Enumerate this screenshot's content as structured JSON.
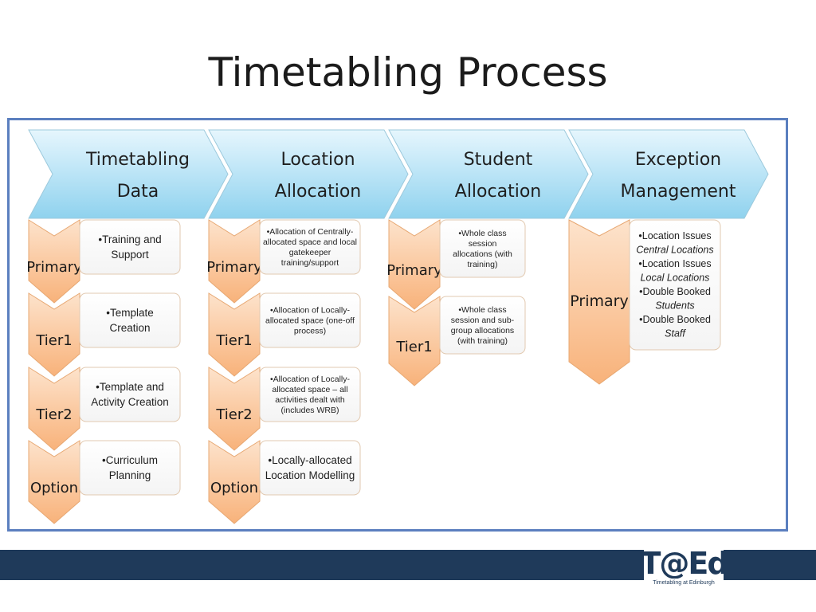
{
  "title": "Timetabling Process",
  "colors": {
    "frame": "#5b7fbf",
    "header_blue": "#9fd8f0",
    "tier_orange": "#fbc79a",
    "footer": "#1f3a5a"
  },
  "columns": [
    {
      "header": [
        "Timetabling",
        "Data"
      ],
      "rows": [
        {
          "tier": "Primary",
          "lines": [
            {
              "t": "•Training and"
            },
            {
              "t": "Support"
            }
          ]
        },
        {
          "tier": "Tier1",
          "lines": [
            {
              "t": "•Template"
            },
            {
              "t": "Creation"
            }
          ]
        },
        {
          "tier": "Tier2",
          "lines": [
            {
              "t": "•Template and"
            },
            {
              "t": "Activity Creation"
            }
          ]
        },
        {
          "tier": "Option",
          "lines": [
            {
              "t": "•Curriculum"
            },
            {
              "t": "Planning"
            }
          ]
        }
      ]
    },
    {
      "header": [
        "Location",
        "Allocation"
      ],
      "rows": [
        {
          "tier": "Primary",
          "lines": [
            {
              "t": "•Allocation of Centrally-"
            },
            {
              "t": "allocated space and local"
            },
            {
              "t": "gatekeeper"
            },
            {
              "t": "training/support"
            }
          ]
        },
        {
          "tier": "Tier1",
          "lines": [
            {
              "t": "•Allocation of Locally-"
            },
            {
              "t": "allocated space (one-off"
            },
            {
              "t": "process)"
            }
          ]
        },
        {
          "tier": "Tier2",
          "lines": [
            {
              "t": "•Allocation of Locally-"
            },
            {
              "t": "allocated space – all"
            },
            {
              "t": "activities dealt with"
            },
            {
              "t": "(includes WRB)"
            }
          ]
        },
        {
          "tier": "Option",
          "lines": [
            {
              "t": "•Locally-allocated"
            },
            {
              "t": "Location Modelling"
            }
          ]
        }
      ]
    },
    {
      "header": [
        "Student",
        "Allocation"
      ],
      "rows": [
        {
          "tier": "Primary",
          "lines": [
            {
              "t": "•Whole class"
            },
            {
              "t": "session"
            },
            {
              "t": "allocations (with"
            },
            {
              "t": "training)"
            }
          ]
        },
        {
          "tier": "Tier1",
          "lines": [
            {
              "t": "•Whole class"
            },
            {
              "t": "session and sub-"
            },
            {
              "t": "group allocations"
            },
            {
              "t": "(with training)"
            }
          ]
        }
      ]
    },
    {
      "header": [
        "Exception",
        "Management"
      ],
      "rows": [
        {
          "tier": "Primary",
          "lines": [
            {
              "t": "•Location Issues"
            },
            {
              "t": "Central Locations",
              "i": true
            },
            {
              "t": "•Location Issues"
            },
            {
              "t": "Local Locations",
              "i": true
            },
            {
              "t": "•Double Booked"
            },
            {
              "t": "Students",
              "i": true
            },
            {
              "t": "•Double Booked"
            },
            {
              "t": "Staff",
              "i": true
            }
          ]
        }
      ]
    }
  ],
  "logo": {
    "text": "T@Ed",
    "tagline": "Timetabling at Edinburgh"
  }
}
